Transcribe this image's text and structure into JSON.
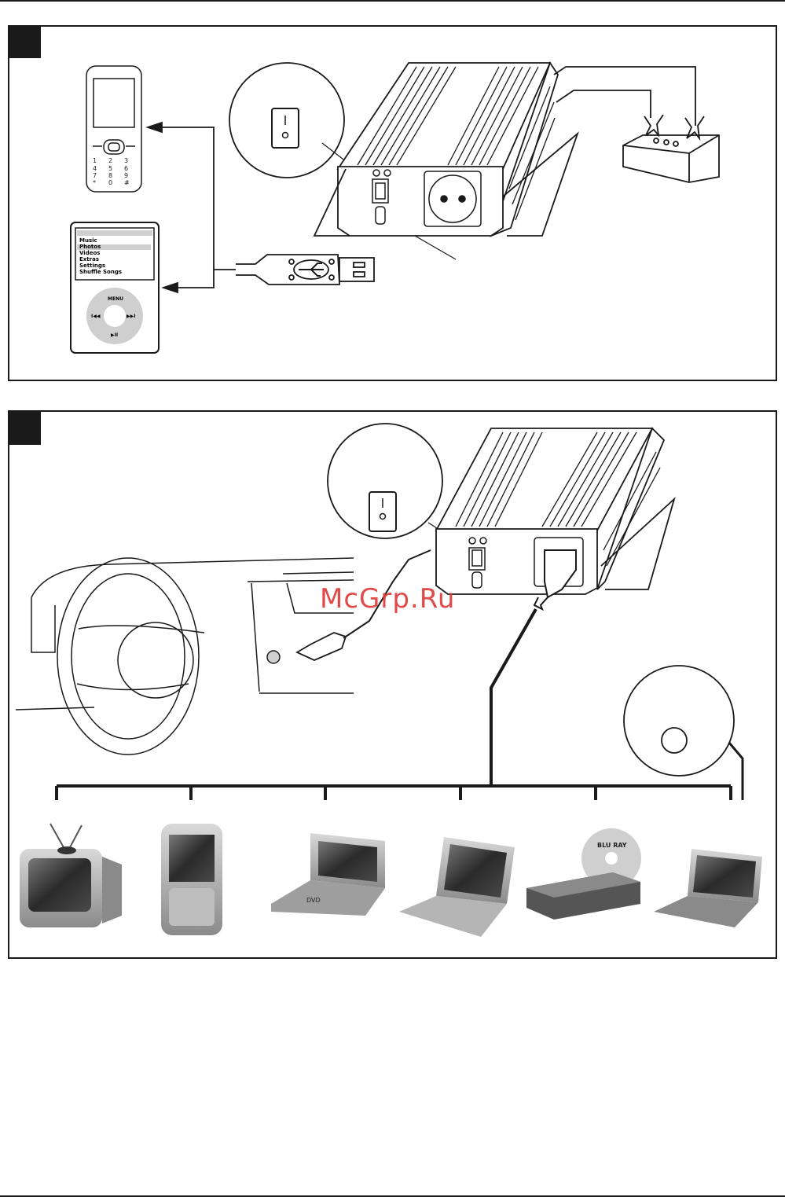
{
  "watermark": "McGrp.Ru",
  "ipod": {
    "menu_items": [
      "Music",
      "Photos",
      "Videos",
      "Extras",
      "Settings",
      "Shuffle Songs"
    ],
    "wheel_top": "MENU",
    "wheel_left": "I◀◀",
    "wheel_right": "▶▶I",
    "wheel_bottom": "▶II"
  },
  "phone_keys": [
    "1",
    "2",
    "3",
    "4",
    "5",
    "6",
    "7",
    "8",
    "9",
    "*",
    "0",
    "#"
  ],
  "bluray_label": "BLU RAY",
  "dvd_label": "DVD",
  "colors": {
    "line": "#1a1a1a",
    "device_gray": "#9a9a9a",
    "watermark": "#e03a3a"
  }
}
